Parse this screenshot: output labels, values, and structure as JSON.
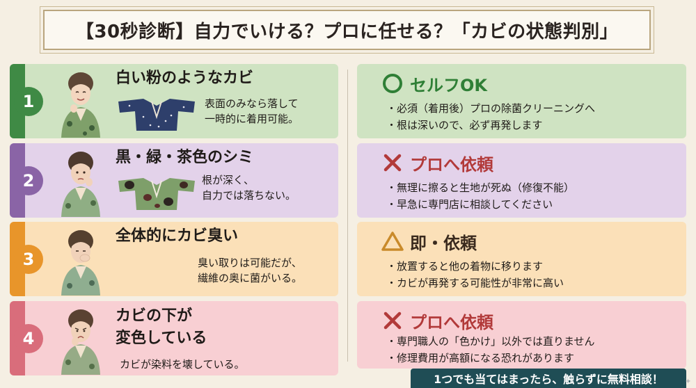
{
  "title": "【30秒診断】自力でいける？プロに任せる？「カビの状態判別」",
  "colors": {
    "green_bg": "#cfe3c2",
    "green_band": "#3f8a45",
    "purple_bg": "#e3d2ea",
    "purple_band": "#8a64a6",
    "orange_bg": "#fbe0b8",
    "orange_band": "#e8952a",
    "pink_bg": "#f8cfd3",
    "pink_band": "#d96d7b",
    "verdict_green": "#2f7f36",
    "verdict_red": "#b23a3a",
    "verdict_brown": "#3a2a1e",
    "footer_bg": "#1f4d55"
  },
  "cases": [
    {
      "number": "1",
      "heading": "白い粉のようなカビ",
      "description_lines": [
        "表面のみなら落して",
        "一時的に着用可能。"
      ],
      "illustration": "woman-in-kimono-smiling",
      "kimono_icon": "navy-kimono-with-white-spots"
    },
    {
      "number": "2",
      "heading": "黒・緑・茶色のシミ",
      "description_lines": [
        "根が深く、",
        "自力では落ちない。"
      ],
      "illustration": "woman-in-kimono-worried",
      "kimono_icon": "green-kimono-with-dark-stains"
    },
    {
      "number": "3",
      "heading": "全体的にカビ臭い",
      "description_lines": [
        "臭い取りは可能だが、",
        "繊維の奥に菌がいる。"
      ],
      "illustration": "woman-in-kimono-covering-nose"
    },
    {
      "number": "4",
      "heading_lines": [
        "カビの下が",
        "変色している"
      ],
      "description_lines": [
        "カビが染料を壊している。"
      ],
      "illustration": "woman-in-kimono-distressed"
    }
  ],
  "verdicts": [
    {
      "icon": "circle-ok-icon",
      "label": "セルフOK",
      "bullets": [
        "・必須（着用後）プロの除菌クリーニングへ",
        "・根は深いので、必ず再発します"
      ]
    },
    {
      "icon": "cross-icon",
      "label": "プロへ依頼",
      "bullets": [
        "・無理に擦ると生地が死ぬ（修復不能）",
        "・早急に専門店に相談してください"
      ]
    },
    {
      "icon": "triangle-icon",
      "label": "即・依頼",
      "bullets": [
        "・放置すると他の着物に移ります",
        "・カビが再発する可能性が非常に高い"
      ]
    },
    {
      "icon": "cross-icon",
      "label": "プロへ依頼",
      "bullets": [
        "・専門職人の「色かけ」以外では直りません",
        "・修理費用が高額になる恐れがあります"
      ]
    }
  ],
  "footer": "1つでも当てはまったら、触らずに無料相談！"
}
